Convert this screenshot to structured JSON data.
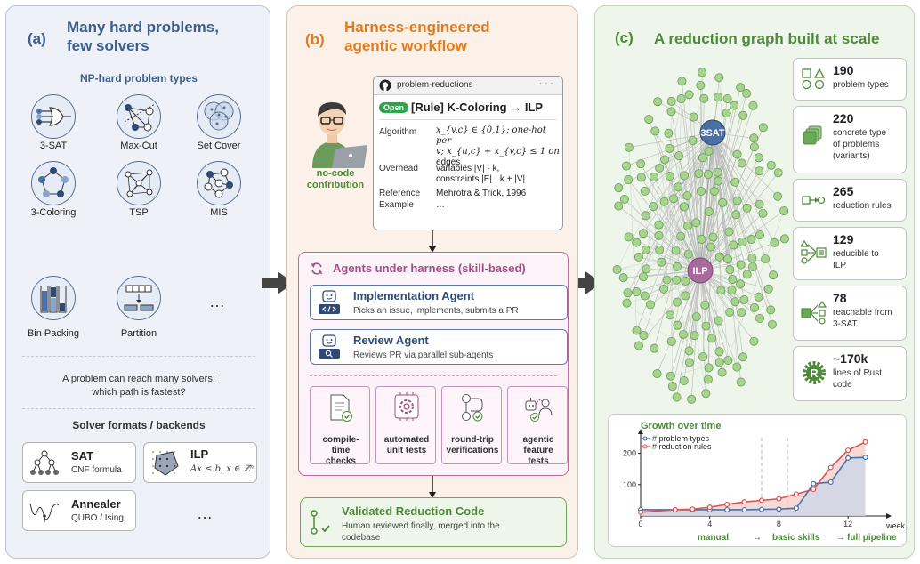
{
  "panel_a": {
    "tag": "(a)",
    "title_line1": "Many hard problems,",
    "title_line2": "few solvers",
    "subtitle": "NP-hard problem types",
    "problems": [
      "3-SAT",
      "Max-Cut",
      "Set Cover",
      "3-Coloring",
      "TSP",
      "MIS",
      "Bin Packing",
      "Partition"
    ],
    "ellipsis": "…",
    "question_line1": "A problem can reach many solvers;",
    "question_line2": "which path is fastest?",
    "solver_heading": "Solver formats / backends",
    "solvers": [
      {
        "name": "SAT",
        "desc": "CNF formula"
      },
      {
        "name": "ILP",
        "desc": "Ax ≤ b, x ∈ ℤⁿ"
      },
      {
        "name": "Annealer",
        "desc": "QUBO / Ising"
      }
    ]
  },
  "panel_b": {
    "tag": "(b)",
    "title_line1": "Harness-engineered",
    "title_line2": "agentic workflow",
    "contrib_line1": "no-code",
    "contrib_line2": "contribution",
    "repo": "problem-reductions",
    "repo_dots": "· · ·",
    "open_badge": "Open",
    "issue_title": "[Rule] K-Coloring → ILP",
    "fields": [
      {
        "key": "Algorithm",
        "lines": [
          "x_{v,c} ∈ {0,1}; one-hot per",
          "v; x_{u,c} + x_{v,c} ≤ 1 on",
          "edges"
        ]
      },
      {
        "key": "Overhead",
        "lines": [
          "variables |V| · k,",
          "constraints |E| · k + |V|"
        ]
      },
      {
        "key": "Reference",
        "lines": [
          "Mehrotra & Trick, 1996"
        ]
      },
      {
        "key": "Example",
        "lines": [
          "…"
        ]
      }
    ],
    "harness_title": "Agents under harness (skill-based)",
    "agents": [
      {
        "name": "Implementation Agent",
        "desc": "Picks an issue, implements, submits a PR"
      },
      {
        "name": "Review Agent",
        "desc": "Reviews PR via parallel sub-agents"
      }
    ],
    "checks": [
      {
        "lines": [
          "compile-",
          "time",
          "checks"
        ]
      },
      {
        "lines": [
          "automated",
          "unit tests"
        ]
      },
      {
        "lines": [
          "round-trip",
          "verifications"
        ]
      },
      {
        "lines": [
          "agentic",
          "feature",
          "tests"
        ]
      }
    ],
    "validated_title": "Validated Reduction Code",
    "validated_line1": "Human reviewed finally, merged into the",
    "validated_line2": "codebase"
  },
  "panel_c": {
    "tag": "(c)",
    "title": "A reduction graph built at scale",
    "hub_3sat": "3SAT",
    "hub_ilp": "ILP",
    "stats": [
      {
        "value": "190",
        "lines": [
          "problem types"
        ]
      },
      {
        "value": "220",
        "lines": [
          "concrete type",
          "of problems",
          "(variants)"
        ]
      },
      {
        "value": "265",
        "lines": [
          "reduction rules"
        ]
      },
      {
        "value": "129",
        "lines": [
          "reducible to",
          "ILP"
        ]
      },
      {
        "value": "78",
        "lines": [
          "reachable from",
          "3-SAT"
        ]
      },
      {
        "value": "~170k",
        "lines": [
          "lines of Rust",
          "code"
        ]
      }
    ]
  },
  "chart_data": {
    "type": "line",
    "title": "Growth over time",
    "xlabel": "week",
    "xticks": [
      0,
      4,
      8,
      12
    ],
    "yticks": [
      100,
      200
    ],
    "xlim": [
      0,
      14
    ],
    "ylim": [
      0,
      250
    ],
    "series": [
      {
        "name": "# problem types",
        "color": "#4a6fa5",
        "points": [
          [
            0,
            20
          ],
          [
            2,
            20
          ],
          [
            3,
            20
          ],
          [
            4,
            20
          ],
          [
            5,
            20
          ],
          [
            6,
            20
          ],
          [
            7,
            21
          ],
          [
            8,
            22
          ],
          [
            9,
            25
          ],
          [
            10,
            103
          ],
          [
            11,
            108
          ],
          [
            12,
            185
          ],
          [
            13,
            187
          ]
        ]
      },
      {
        "name": "# reduction rules",
        "color": "#d9534f",
        "points": [
          [
            0,
            12
          ],
          [
            2,
            20
          ],
          [
            3,
            22
          ],
          [
            4,
            28
          ],
          [
            5,
            37
          ],
          [
            6,
            45
          ],
          [
            7,
            50
          ],
          [
            8,
            55
          ],
          [
            9,
            70
          ],
          [
            10,
            85
          ],
          [
            11,
            155
          ],
          [
            12,
            210
          ],
          [
            13,
            236
          ]
        ]
      }
    ],
    "phases": [
      "manual",
      "basic skills",
      "full pipeline"
    ],
    "phase_arrow": "→"
  }
}
